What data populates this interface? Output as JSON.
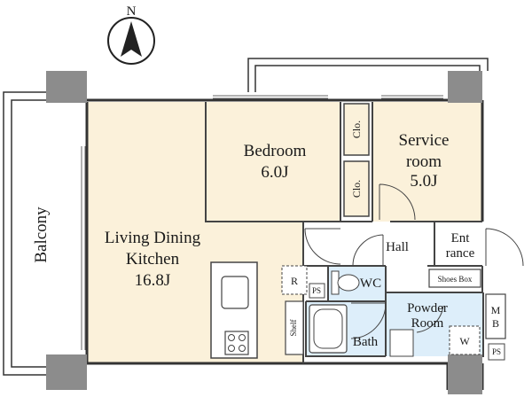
{
  "compass": {
    "north_label": "N"
  },
  "rooms": {
    "balcony": "Balcony",
    "ldk": {
      "line1": "Living Dining",
      "line2": "Kitchen",
      "area": "16.8J"
    },
    "bedroom": {
      "name": "Bedroom",
      "area": "6.0J"
    },
    "service": {
      "line1": "Service",
      "line2": "room",
      "area": "5.0J"
    },
    "closet_upper": "Clo.",
    "closet_lower": "Clo.",
    "hall": "Hall",
    "entrance": {
      "line1": "Ent",
      "line2": "rance"
    },
    "shoes_box": "Shoes Box",
    "wc": "WC",
    "powder": {
      "line1": "Powder",
      "line2": "Room"
    },
    "bath": "Bath",
    "shelf": "Shelf",
    "fridge": "R",
    "washer": "W",
    "ps_left": "PS",
    "ps_right": "PS",
    "mb": {
      "line1": "M",
      "line2": "B"
    }
  },
  "colors": {
    "ldk_fill": "#FBF1DA",
    "bedroom_fill": "#FBF1DA",
    "wet_fill": "#DDEEFA",
    "column_fill": "#8C8C8C",
    "wall": "#333333"
  }
}
